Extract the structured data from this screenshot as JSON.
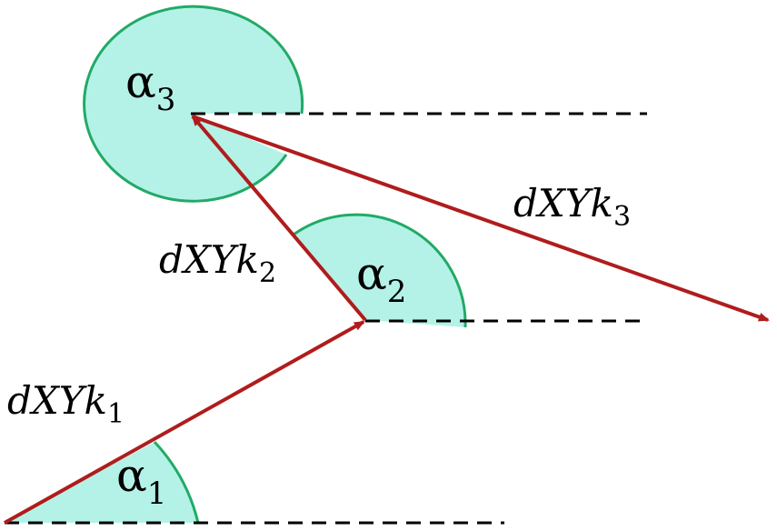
{
  "colors": {
    "vector": "#b01c1c",
    "angle_fill": "#b4f2e8",
    "angle_stroke": "#22aa66",
    "reference_line": "#000000"
  },
  "angles": [
    {
      "symbol": "α",
      "index": "1"
    },
    {
      "symbol": "α",
      "index": "2"
    },
    {
      "symbol": "α",
      "index": "3"
    }
  ],
  "vectors": [
    {
      "base": "dXYk",
      "index": "1"
    },
    {
      "base": "dXYk",
      "index": "2"
    },
    {
      "base": "dXYk",
      "index": "3"
    }
  ]
}
